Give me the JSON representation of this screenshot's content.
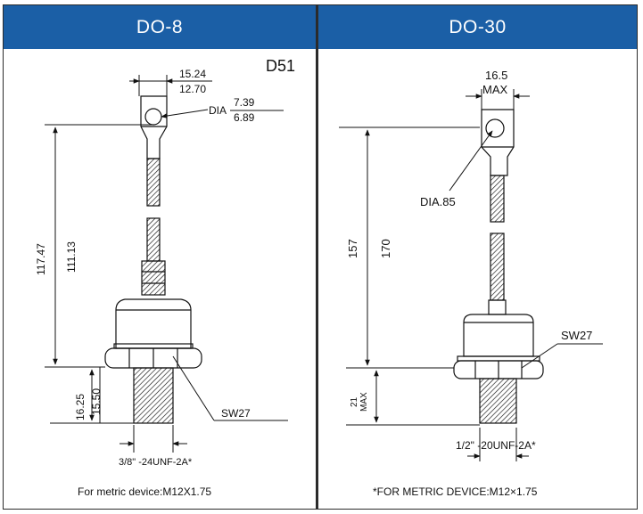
{
  "left_panel": {
    "header": "DO-8",
    "model_label": "D51",
    "dims": {
      "top_width_max": "15.24",
      "top_width_min": "12.70",
      "dia_label": "DIA",
      "dia_max": "7.39",
      "dia_min": "6.89",
      "overall_length": "117.47",
      "lead_length": "111.13",
      "thread_len_max": "16.25",
      "thread_len_min": "15.50",
      "hex": "SW27",
      "thread_spec": "3/8\" -24UNF-2A*"
    },
    "footer": "For metric device:M12X1.75"
  },
  "right_panel": {
    "header": "DO-30",
    "dims": {
      "top_width": "16.5",
      "top_width_qual": "MAX",
      "dia_label": "DIA.85",
      "lead_length": "157",
      "overall_length": "170",
      "thread_len": "21",
      "thread_len_qual": "MAX",
      "hex": "SW27",
      "thread_spec": "1/2\" -20UNF-2A*"
    },
    "footer": "*FOR METRIC DEVICE:M12×1.75"
  },
  "colors": {
    "header_bg": "#1b5fa6",
    "header_text": "#ffffff",
    "line": "#111111"
  }
}
